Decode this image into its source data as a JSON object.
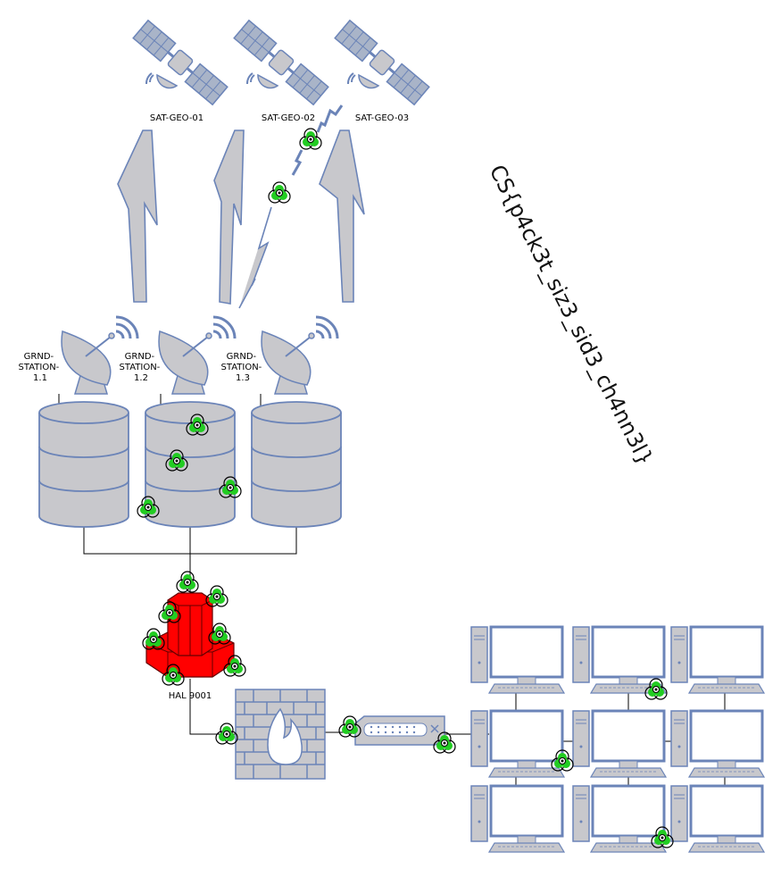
{
  "satellites": [
    {
      "label": "SAT-GEO-01"
    },
    {
      "label": "SAT-GEO-02"
    },
    {
      "label": "SAT-GEO-03"
    }
  ],
  "ground_stations": [
    {
      "label_line1": "GRND-",
      "label_line2": "STATION-",
      "label_line3": "1.1"
    },
    {
      "label_line1": "GRND-",
      "label_line2": "STATION-",
      "label_line3": "1.2"
    },
    {
      "label_line1": "GRND-",
      "label_line2": "STATION-",
      "label_line3": "1.3"
    }
  ],
  "mainframe": {
    "label": "HAL 9001",
    "color": "#ff0000"
  },
  "flag_text": "CS{p4ck3t_siz3_sid3_ch4nn3l}",
  "colors": {
    "device_fill": "#c8c8cc",
    "device_stroke": "#6b84b8",
    "biohazard": "#22cc22",
    "wire": "#000000"
  },
  "workstation_count": 9,
  "icons": [
    "satellite-icon",
    "dish-antenna-icon",
    "database-icon",
    "mainframe-icon",
    "firewall-icon",
    "switch-icon",
    "workstation-icon",
    "biohazard-icon",
    "lightning-link-icon"
  ]
}
